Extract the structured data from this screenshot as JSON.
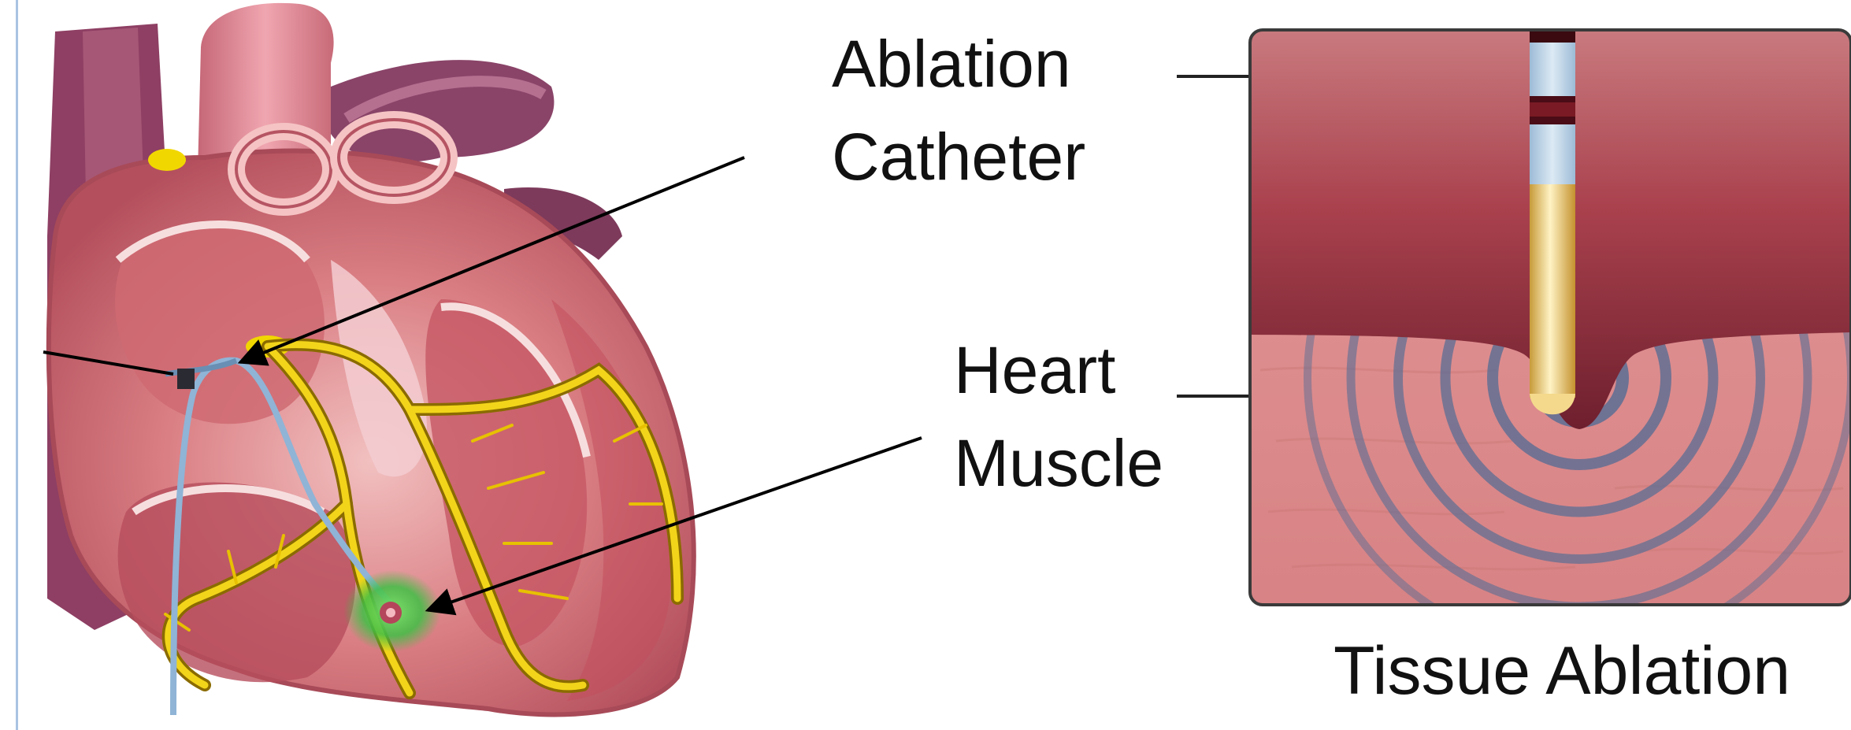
{
  "labels": {
    "ablation_catheter": {
      "line1": "Ablation",
      "line2": "Catheter"
    },
    "heart_muscle": {
      "line1": "Heart",
      "line2": "Muscle"
    },
    "caption": "Tissue Ablation"
  },
  "colors": {
    "myocardium": "#c9606a",
    "myocardium_light": "#e8a3a5",
    "conduction_system": "#f0d200",
    "catheter": "#8fb4d6",
    "ablation_glow": "#4cc84a",
    "tissue_top": "#a83c48",
    "tissue_muscle": "#dc8c8c",
    "wave_rings": "#5a6d94"
  }
}
